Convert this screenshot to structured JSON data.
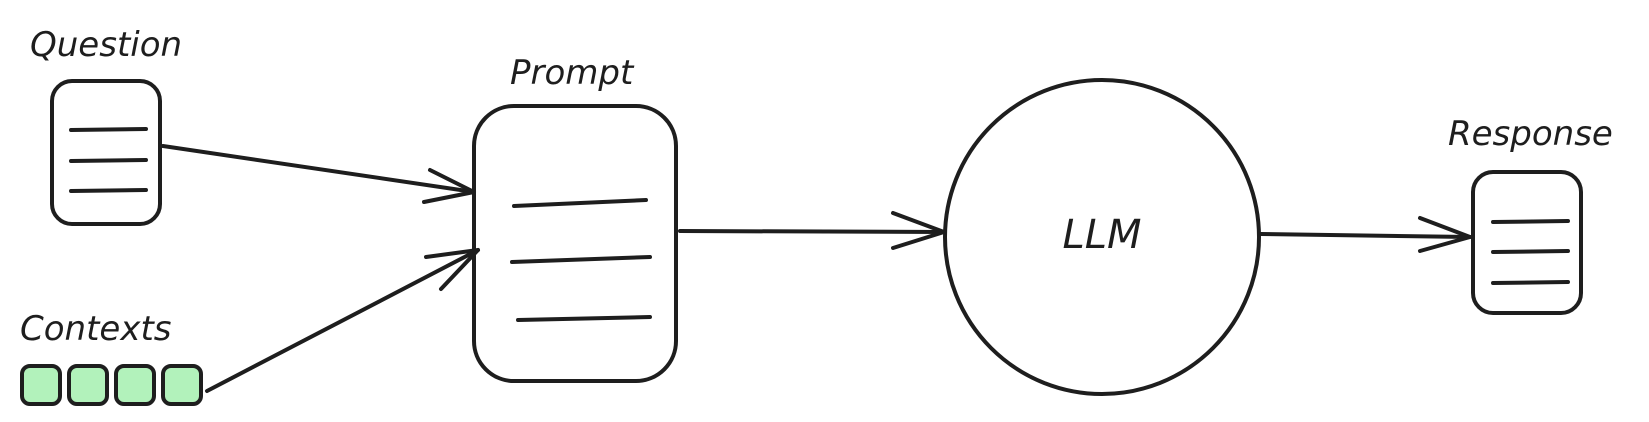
{
  "labels": {
    "question": "Question",
    "contexts": "Contexts",
    "prompt": "Prompt",
    "llm": "LLM",
    "response": "Response"
  },
  "contexts": {
    "count": 4,
    "fill_color": "#b2f2bb"
  },
  "colors": {
    "stroke": "#1e1e1e",
    "background": "#ffffff"
  }
}
